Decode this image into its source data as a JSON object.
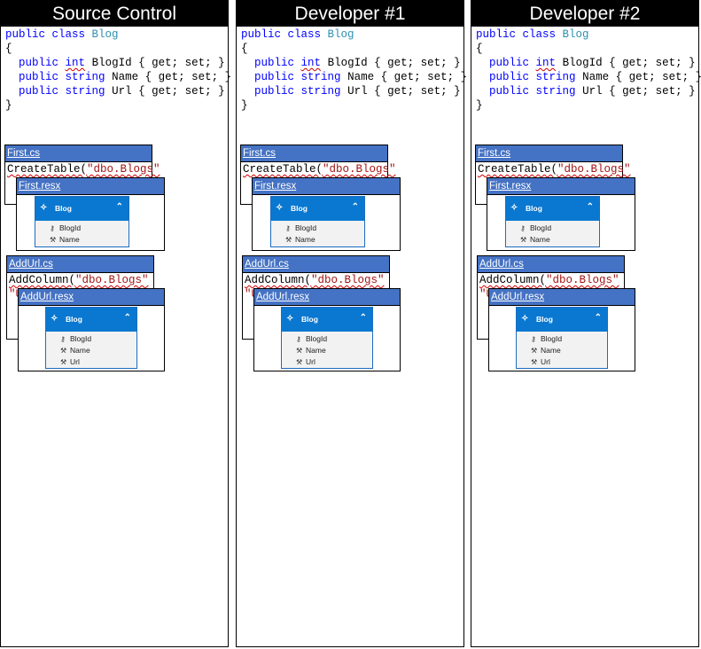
{
  "columns": [
    {
      "title": "Source Control",
      "code": {
        "line1_kw": "public class",
        "line1_type": "Blog",
        "open": "{",
        "props": [
          {
            "mods": "public",
            "type": "int",
            "rest": "BlogId { get; set; }"
          },
          {
            "mods": "public",
            "type": "string",
            "rest": "Name { get; set; }"
          },
          {
            "mods": "public",
            "type": "string",
            "rest": "Url { get; set; }"
          }
        ],
        "close": "}"
      },
      "files": [
        {
          "name": "First.cs",
          "code_pre": "CreateTable(",
          "code_str": "\"dbo.Blogs\""
        },
        {
          "name": "AddUrl.cs",
          "code_pre": "AddColumn(",
          "code_str": "\"dbo.Blogs\"",
          "code2": "\"U"
        }
      ],
      "resx": [
        {
          "name": "First.resx",
          "entity": "Blog",
          "props": [
            "BlogId",
            "Name"
          ]
        },
        {
          "name": "AddUrl.resx",
          "entity": "Blog",
          "props": [
            "BlogId",
            "Name",
            "Url"
          ]
        }
      ]
    },
    {
      "title": "Developer #1",
      "code": {
        "line1_kw": "public class",
        "line1_type": "Blog",
        "open": "{",
        "props": [
          {
            "mods": "public",
            "type": "int",
            "rest": "BlogId { get; set; }"
          },
          {
            "mods": "public",
            "type": "string",
            "rest": "Name { get; set; }"
          },
          {
            "mods": "public",
            "type": "string",
            "rest": "Url { get; set; }"
          }
        ],
        "close": "}"
      },
      "files": [
        {
          "name": "First.cs",
          "code_pre": "CreateTable(",
          "code_str": "\"dbo.Blogs\""
        },
        {
          "name": "AddUrl.cs",
          "code_pre": "AddColumn(",
          "code_str": "\"dbo.Blogs\"",
          "code2": "\"U"
        }
      ],
      "resx": [
        {
          "name": "First.resx",
          "entity": "Blog",
          "props": [
            "BlogId",
            "Name"
          ]
        },
        {
          "name": "AddUrl.resx",
          "entity": "Blog",
          "props": [
            "BlogId",
            "Name",
            "Url"
          ]
        }
      ]
    },
    {
      "title": "Developer #2",
      "code": {
        "line1_kw": "public class",
        "line1_type": "Blog",
        "open": "{",
        "props": [
          {
            "mods": "public",
            "type": "int",
            "rest": "BlogId { get; set; }"
          },
          {
            "mods": "public",
            "type": "string",
            "rest": "Name { get; set; }"
          },
          {
            "mods": "public",
            "type": "string",
            "rest": "Url { get; set; }"
          }
        ],
        "close": "}"
      },
      "files": [
        {
          "name": "First.cs",
          "code_pre": "CreateTable(",
          "code_str": "\"dbo.Blogs\""
        },
        {
          "name": "AddUrl.cs",
          "code_pre": "AddColumn(",
          "code_str": "\"dbo.Blogs\"",
          "code2": "\"U"
        }
      ],
      "resx": [
        {
          "name": "First.resx",
          "entity": "Blog",
          "props": [
            "BlogId",
            "Name"
          ]
        },
        {
          "name": "AddUrl.resx",
          "entity": "Blog",
          "props": [
            "BlogId",
            "Name",
            "Url"
          ]
        }
      ]
    }
  ],
  "icons": {
    "entity": "entity-icon",
    "key": "key-icon",
    "property": "wrench-icon",
    "collapse": "chevron-up-icon"
  },
  "colors": {
    "header_bg": "#000000",
    "file_title_bg": "#4472c4",
    "entity_head_bg": "#0a78d0",
    "keyword": "#0000ff",
    "type": "#2b91af",
    "string": "#a31515"
  }
}
